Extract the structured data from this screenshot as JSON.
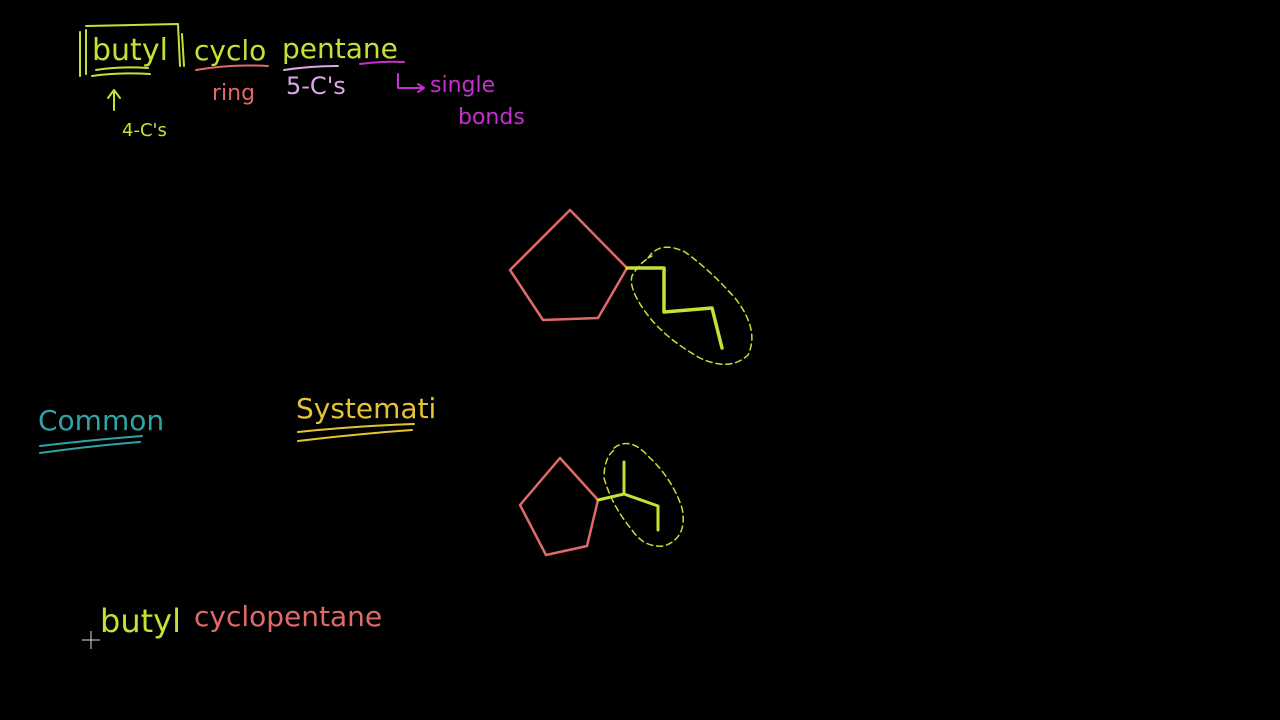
{
  "colors": {
    "background": "#000000",
    "lime": "#c8e034",
    "salmon": "#e06a6a",
    "lavender": "#d9a8e8",
    "magenta": "#c92ed0",
    "teal": "#2fa3a8",
    "gold": "#e6c431"
  },
  "header": {
    "butyl": "butyl",
    "cyclo": "cyclo",
    "pentane": "pentane",
    "ring_note": "ring",
    "five_c_note": "5-C's",
    "single_note": "single",
    "bonds_note": "bonds",
    "four_c_note": "4-C's"
  },
  "labels": {
    "common": "Common",
    "systematic": "Systemati"
  },
  "bottom_name": {
    "butyl": "butyl",
    "cyclopentane": "cyclopentane"
  },
  "icons": {
    "cursor": "crosshair-cursor-icon"
  }
}
